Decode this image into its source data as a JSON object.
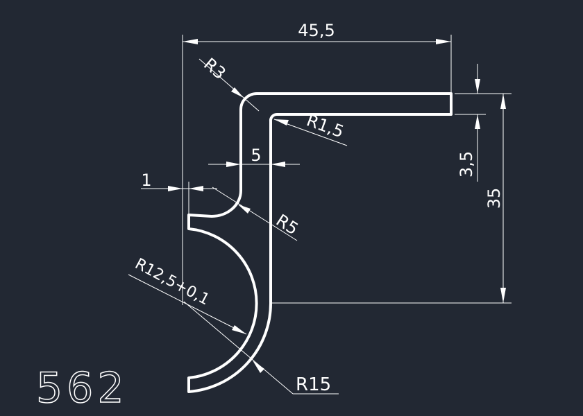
{
  "drawing": {
    "part_number": "562",
    "colors": {
      "background": "#222833",
      "lines": "#ffffff"
    },
    "dimensions": {
      "overall_width": "45,5",
      "overall_height": "35",
      "flange_thickness": "3,5",
      "web_thickness": "5",
      "lip_offset": "1",
      "outer_corner_radius": "R3",
      "inner_corner_radius": "R1,5",
      "fillet_radius": "R5",
      "inner_arc_radius": "R12,5+0,1",
      "outer_arc_radius": "R15"
    }
  }
}
